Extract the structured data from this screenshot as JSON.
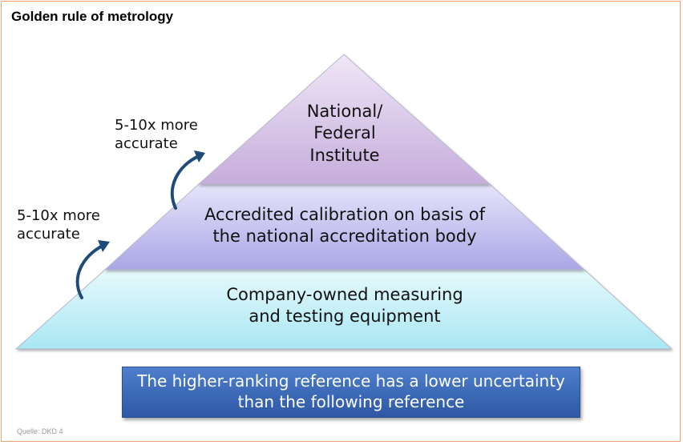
{
  "title": "Golden rule of metrology",
  "pyramid": {
    "tiers": [
      {
        "lines": [
          "National/",
          "Federal",
          "Institute"
        ],
        "color_top": "#efe6f6",
        "color_bottom": "#c6addc"
      },
      {
        "lines": [
          "Accredited calibration on basis of",
          "the national accreditation body"
        ],
        "color_top": "#e6e4fa",
        "color_bottom": "#a9a6e6"
      },
      {
        "lines": [
          "Company-owned measuring",
          "and testing equipment"
        ],
        "color_top": "#e6f9fc",
        "color_bottom": "#a8e7f3"
      }
    ]
  },
  "accuracy_notes": [
    {
      "lines": [
        "5-10x more",
        "accurate"
      ]
    },
    {
      "lines": [
        "5-10x more",
        "accurate"
      ]
    }
  ],
  "arrow_color": "#1f4b7a",
  "note_box": {
    "lines": [
      "The higher-ranking reference has a lower uncertainty",
      "than the following reference"
    ],
    "color": "#3d6bb8"
  },
  "source": "Quelle:  DKD 4"
}
